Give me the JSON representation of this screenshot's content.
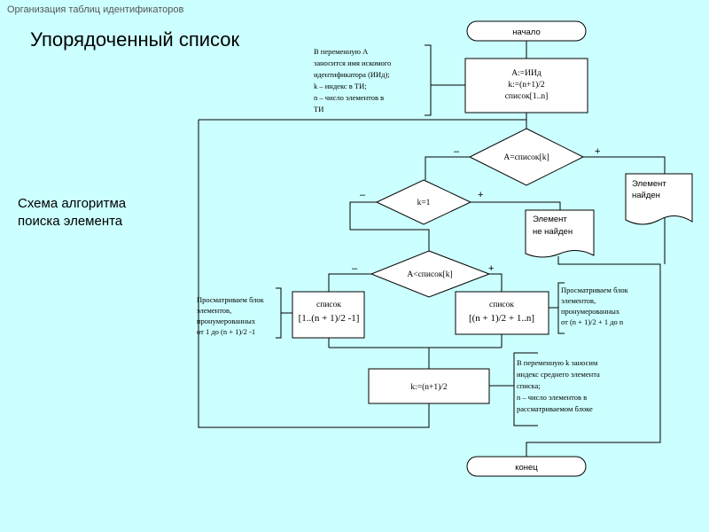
{
  "slide": {
    "topic": "Организация таблиц идентификаторов",
    "title": "Упорядоченный список",
    "scheme_line1": "Схема алгоритма",
    "scheme_line2": "поиска элемента"
  },
  "flow": {
    "start": "начало",
    "init_line1": "A:=ИИд",
    "init_line2": "k:=(n+1)/2",
    "init_line3": "список[1..n]",
    "cond_eq": "A=список[k]",
    "cond_k1": "k=1",
    "cond_lt": "A<список[k]",
    "left_box_line1": "список",
    "left_box_line2": "[1..(n + 1)/2 -1]",
    "right_box_line1": "список",
    "right_box_line2": "[(n + 1)/2 + 1..n]",
    "assign_k": "k:=(n+1)/2",
    "found_line1": "Элемент",
    "found_line2": "найден",
    "not_found_line1": "Элемент",
    "not_found_line2": "не найден",
    "end": "конец",
    "minus": "–",
    "plus": "+"
  },
  "notes": {
    "init": [
      "В переменную A",
      "заносится имя искомого",
      "идентификатора (ИИд);",
      "k – индекс в ТИ;",
      "n – число элементов в",
      "ТИ"
    ],
    "left": [
      "Просматриваем блок",
      "элементов,",
      "пронумерованных",
      "от 1 до (n + 1)/2 -1"
    ],
    "right": [
      "Просматриваем блок",
      "элементов,",
      "пронумерованных",
      "от (n + 1)/2 + 1 до n"
    ],
    "mid": [
      "В переменную k заносим",
      "индекс среднего элемента",
      "списка;",
      "n – число элементов в",
      "рассматриваемом блоке"
    ]
  }
}
